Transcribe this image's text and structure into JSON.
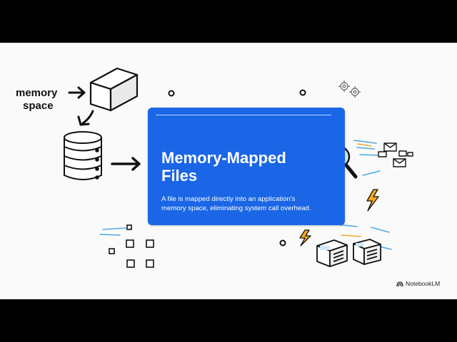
{
  "slide": {
    "diagram": {
      "memory_label_line1": "memory",
      "memory_label_line2": "space",
      "icons": [
        "memory-block-cube-icon",
        "database-stack-icon",
        "magnifier-icon",
        "gear-icon",
        "envelope-icon",
        "lightning-icon",
        "file-box-icon",
        "right-arrow-icon",
        "curved-down-arrow-icon"
      ]
    },
    "card": {
      "title_line1": "Memory-Mapped",
      "title_line2": "Files",
      "body_line1": "A file is mapped directly into an application's",
      "body_line2": "memory space, eliminating system call overhead."
    },
    "brand": {
      "name": "NotebookLM",
      "icon": "notebooklm-logo-icon"
    },
    "colors": {
      "card": "#1a66e6",
      "accent_orange": "#f5a623",
      "accent_blue": "#4aa8e8",
      "ink": "#111111"
    }
  }
}
